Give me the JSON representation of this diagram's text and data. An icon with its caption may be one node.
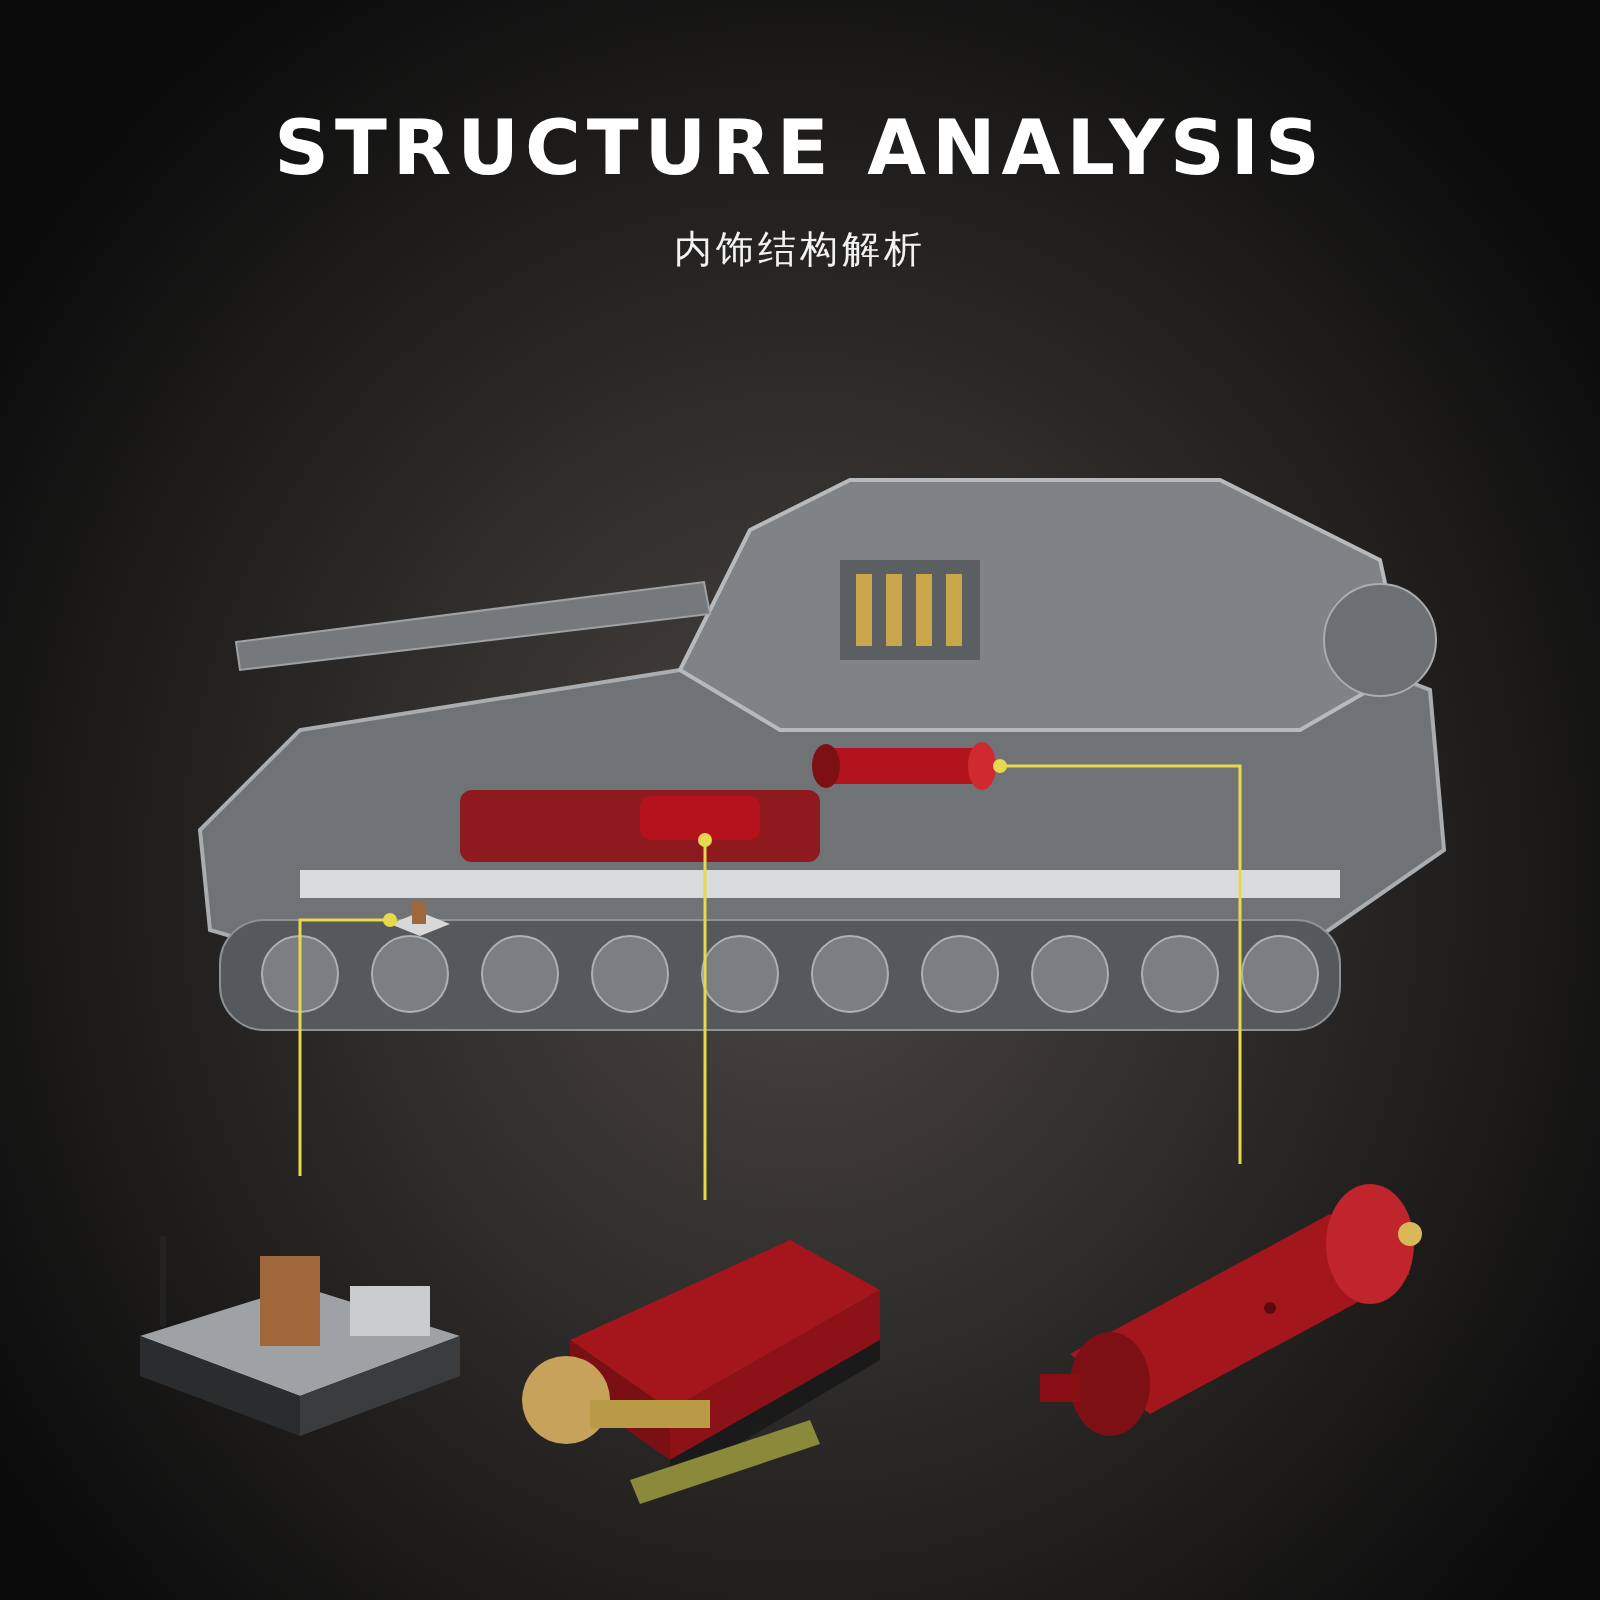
{
  "diagram": {
    "title": "STRUCTURE ANALYSIS",
    "nodes": [
      {
        "text": [],
        "shape": "picture"
      },
      {
        "text": [],
        "shape": "picture",
        "in": 0
      },
      {
        "text": [],
        "shape": "picture",
        "in": 0
      },
      {
        "text": [],
        "shape": "cylinder",
        "in": 0
      },
      {
        "text": [],
        "shape": "picture"
      },
      {
        "text": [],
        "shape": "picture"
      },
      {
        "text": [],
        "shape": "picture"
      }
    ],
    "edges": [
      {
        "from": 1,
        "to": 4,
        "arrow": "other"
      },
      {
        "from": 2,
        "to": 5,
        "arrow": "other"
      },
      {
        "from": 3,
        "to": 6,
        "arrow": "other"
      }
    ],
    "labels": [
      "内饰结构解析"
    ]
  }
}
